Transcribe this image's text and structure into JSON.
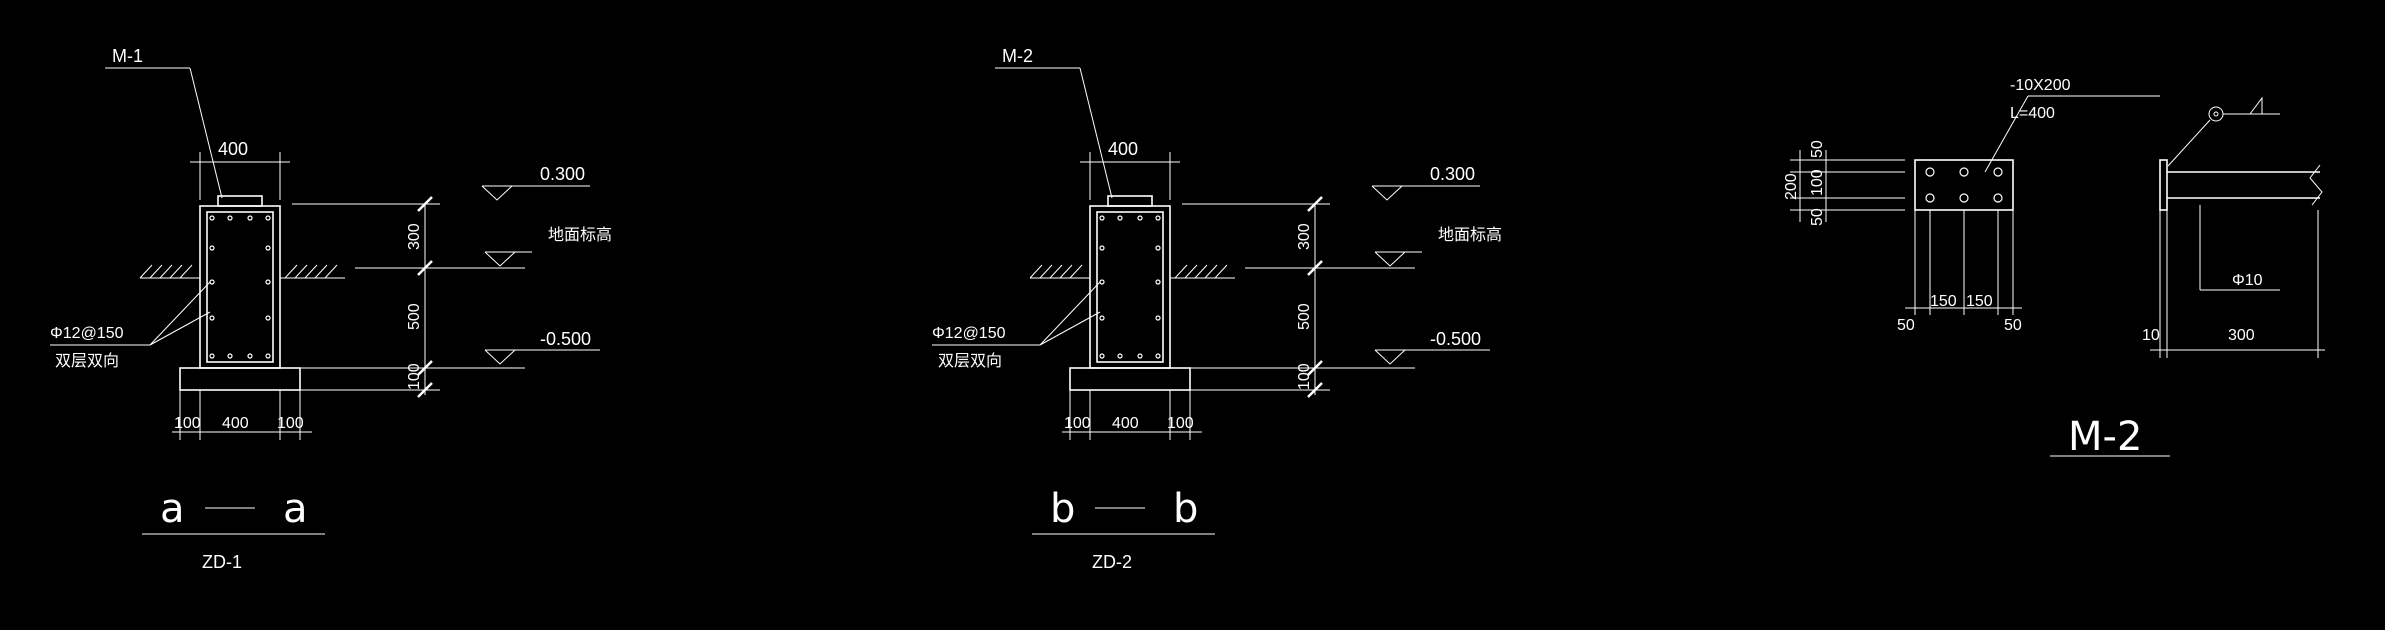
{
  "colors": {
    "background": "#000000",
    "stroke": "#ffffff"
  },
  "detail_a": {
    "plate_tag": "M-1",
    "top_dim": "400",
    "elev_top": "0.300",
    "ground_label": "地面标高",
    "elev_bottom": "-0.500",
    "dim_upper": "300",
    "dim_middle": "500",
    "dim_lower": "100",
    "rebar_spec": "Φ12@150",
    "rebar_note": "双层双向",
    "base_left": "100",
    "base_mid": "400",
    "base_right": "100",
    "section_left": "a",
    "section_right": "a",
    "caption": "ZD-1"
  },
  "detail_b": {
    "plate_tag": "M-2",
    "top_dim": "400",
    "elev_top": "0.300",
    "ground_label": "地面标高",
    "elev_bottom": "-0.500",
    "dim_upper": "300",
    "dim_middle": "500",
    "dim_lower": "100",
    "rebar_spec": "Φ12@150",
    "rebar_note": "双层双向",
    "base_left": "100",
    "base_mid": "400",
    "base_right": "100",
    "section_left": "b",
    "section_right": "b",
    "caption": "ZD-2"
  },
  "plate_detail": {
    "plate_spec": "-10X200",
    "plate_length": "L=400",
    "dim_total": "200",
    "dim_top": "50",
    "dim_mid": "100",
    "dim_bottom": "50",
    "dim_h_left": "50",
    "dim_h_a": "150",
    "dim_h_b": "150",
    "dim_h_right": "50",
    "anchor_spec": "Φ10",
    "dim_thickness": "10",
    "dim_length": "300",
    "title": "M-2"
  }
}
